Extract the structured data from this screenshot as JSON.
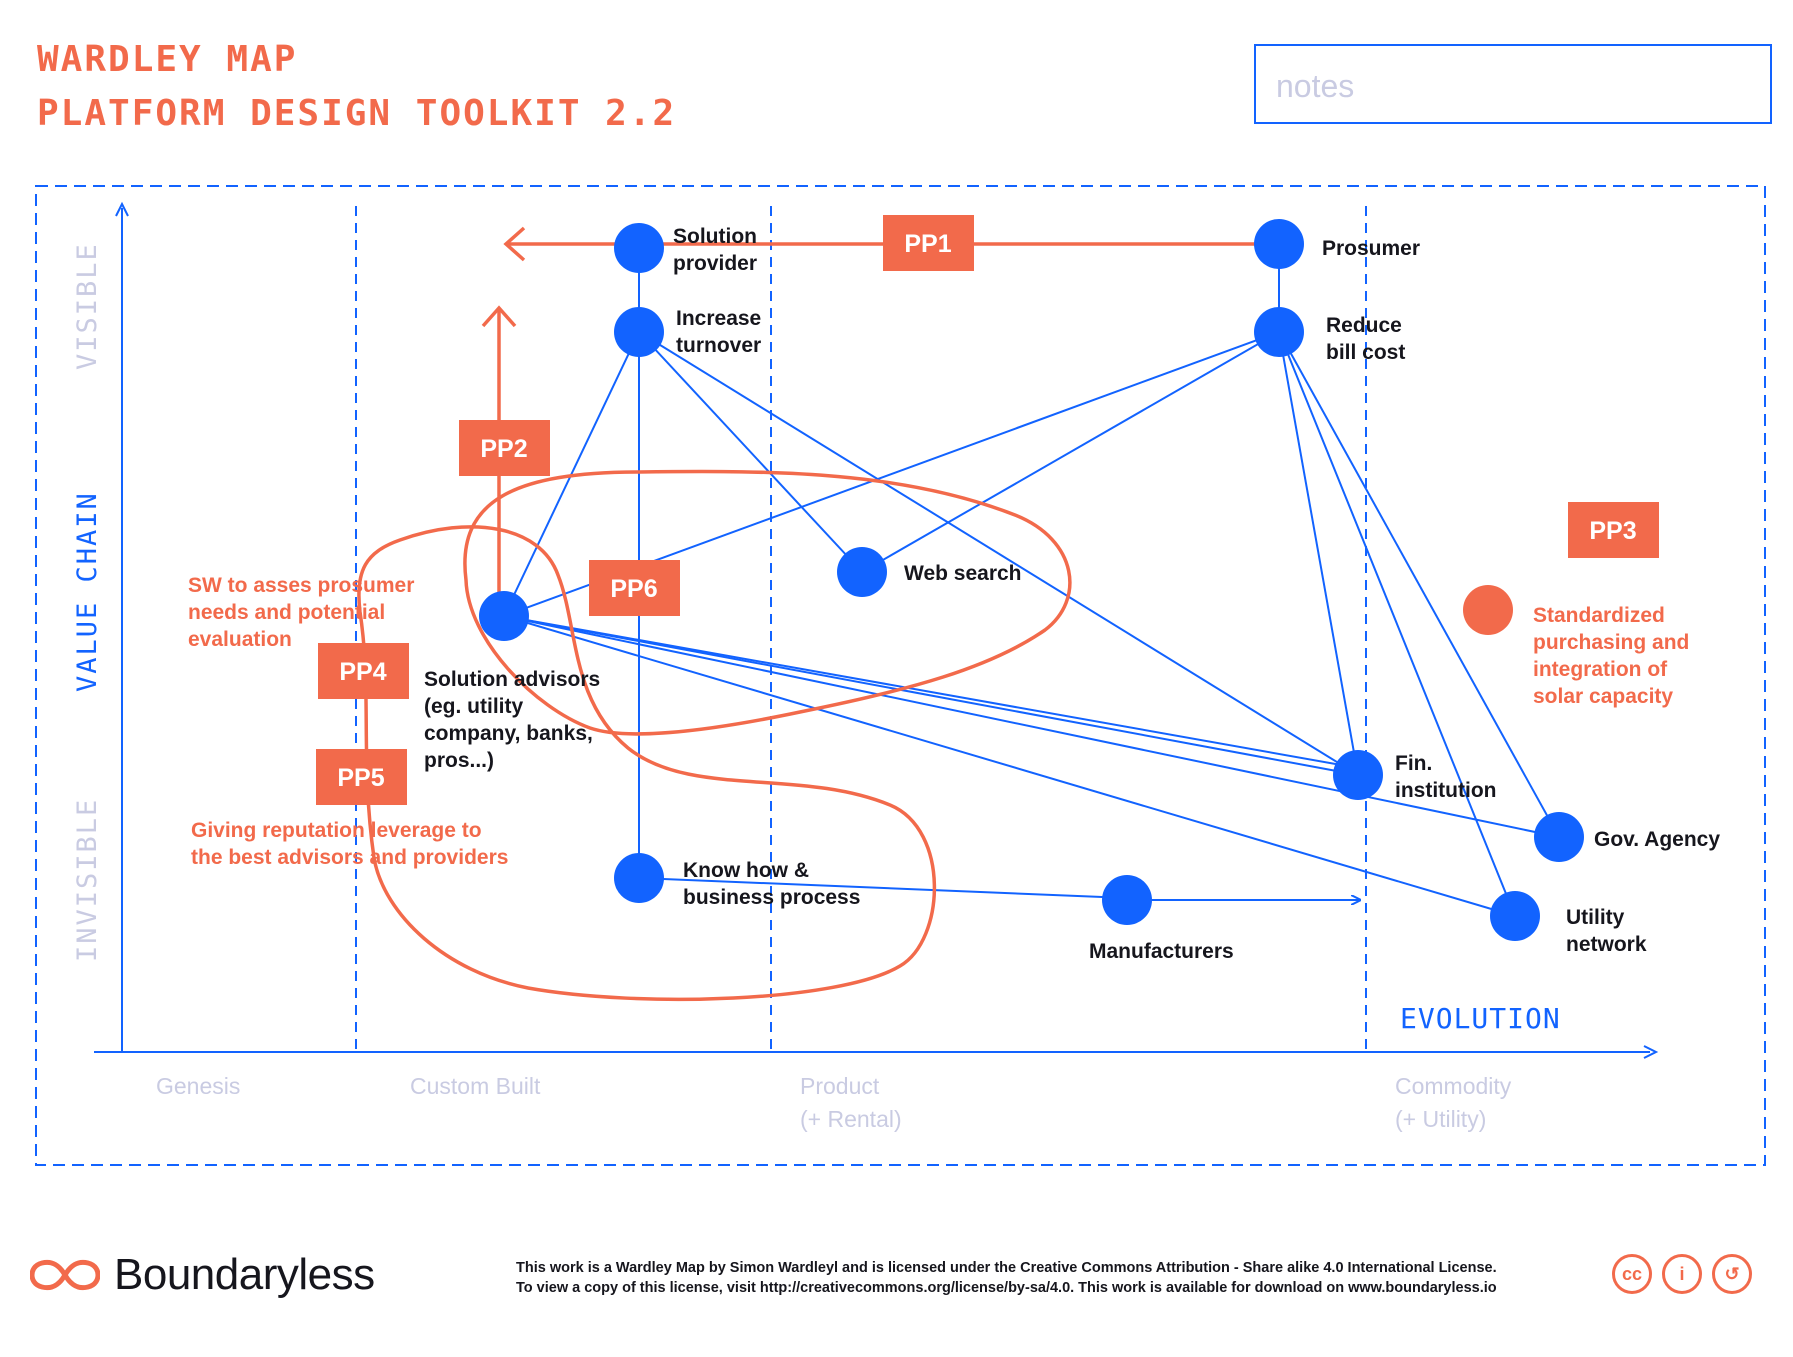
{
  "header": {
    "title_line1": "WARDLEY MAP",
    "title_line2": "PLATFORM DESIGN TOOLKIT 2.2",
    "notes_placeholder": "notes"
  },
  "axes": {
    "y_label": "VALUE CHAIN",
    "y_top": "VISIBLE",
    "y_bottom": "INVISIBLE",
    "x_label": "EVOLUTION",
    "stages": [
      {
        "line1": "Genesis",
        "line2": ""
      },
      {
        "line1": "Custom Built",
        "line2": ""
      },
      {
        "line1": "Product",
        "line2": "(+ Rental)"
      },
      {
        "line1": "Commodity",
        "line2": "(+ Utility)"
      }
    ]
  },
  "components": [
    {
      "id": "solution-provider",
      "line1": "Solution",
      "line2": "provider",
      "line3": "",
      "line4": ""
    },
    {
      "id": "prosumer",
      "line1": "Prosumer",
      "line2": "",
      "line3": "",
      "line4": ""
    },
    {
      "id": "increase-turnover",
      "line1": "Increase",
      "line2": "turnover",
      "line3": "",
      "line4": ""
    },
    {
      "id": "reduce-bill-cost",
      "line1": "Reduce",
      "line2": "bill cost",
      "line3": "",
      "line4": ""
    },
    {
      "id": "web-search",
      "line1": "Web search",
      "line2": "",
      "line3": "",
      "line4": ""
    },
    {
      "id": "solution-advisors",
      "line1": "Solution advisors",
      "line2": "(eg. utility",
      "line3": "company, banks,",
      "line4": "pros...)"
    },
    {
      "id": "fin-institution",
      "line1": "Fin.",
      "line2": "institution",
      "line3": "",
      "line4": ""
    },
    {
      "id": "gov-agency",
      "line1": "Gov. Agency",
      "line2": "",
      "line3": "",
      "line4": ""
    },
    {
      "id": "know-how",
      "line1": "Know how &",
      "line2": "business process",
      "line3": "",
      "line4": ""
    },
    {
      "id": "manufacturers",
      "line1": "Manufacturers",
      "line2": "",
      "line3": "",
      "line4": ""
    },
    {
      "id": "utility-network",
      "line1": "Utility",
      "line2": "network",
      "line3": "",
      "line4": ""
    }
  ],
  "pp_tags": [
    "PP1",
    "PP2",
    "PP3",
    "PP4",
    "PP5",
    "PP6"
  ],
  "annotations": {
    "sw_assess": [
      "SW to asses prosumer",
      "needs and potential",
      "evaluation"
    ],
    "reputation": [
      "Giving reputation leverage to",
      "the best advisors and providers"
    ],
    "standardized": [
      "Standardized",
      "purchasing and",
      "integration of",
      "solar capacity"
    ]
  },
  "footer": {
    "brand": "Boundaryless",
    "license_line1": "This work is a Wardley Map by Simon Wardleyl and is  licensed under the Creative Commons Attribution - Share alike 4.0 International License.",
    "license_line2": "To view a copy of this license, visit http://creativecommons.org/license/by-sa/4.0. This work is available for download on www.boundaryless.io",
    "cc_icons": [
      "cc",
      "i",
      "↺"
    ]
  },
  "colors": {
    "blue": "#1263ff",
    "orange": "#f26a4b",
    "grey_label": "#c9cbe2",
    "dark_text": "#16161d"
  }
}
